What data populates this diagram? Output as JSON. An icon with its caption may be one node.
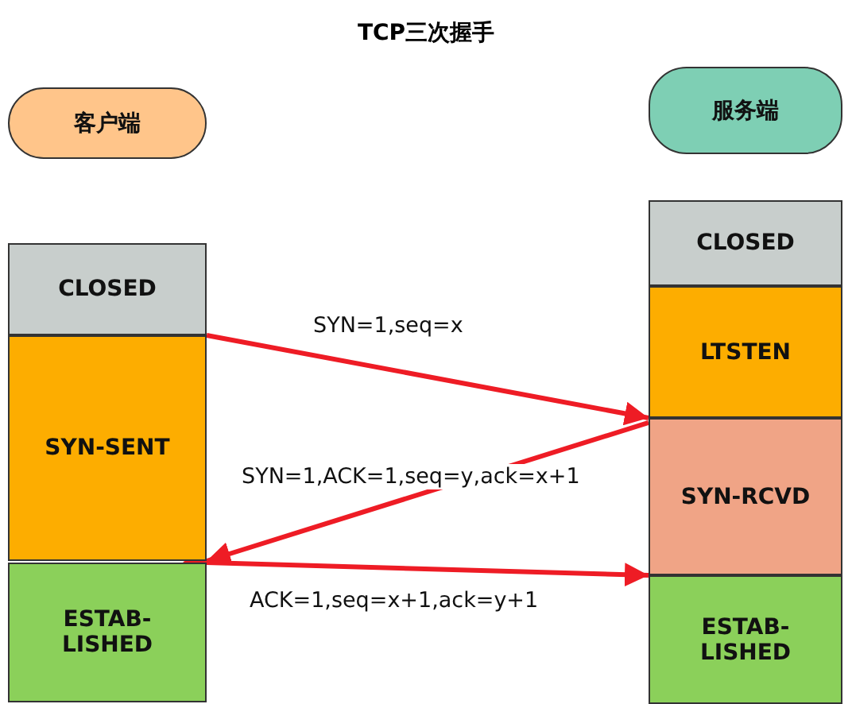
{
  "diagram": {
    "title": "TCP三次握手",
    "nodes": [
      {
        "text": [
          "客户端"
        ]
      },
      {
        "text": [
          "服务端"
        ]
      },
      {
        "text": [
          "CLOSED"
        ]
      },
      {
        "text": [
          "SYN-SENT"
        ]
      },
      {
        "text": [
          "ESTAB- LISHED"
        ]
      },
      {
        "text": [
          "CLOSED"
        ]
      },
      {
        "text": [
          "LTSTEN"
        ]
      },
      {
        "text": [
          "SYN-RCVD"
        ]
      },
      {
        "text": [
          "ESTAB- LISHED"
        ]
      }
    ],
    "edges": [
      {
        "from": 3,
        "to": 6,
        "arrow": "to",
        "label": "SYN=1,seq=x",
        "color": "#ee1c25"
      },
      {
        "from": 7,
        "to": 3,
        "arrow": "to",
        "label": "SYN=1,ACK=1,seq=y,ack=x+1",
        "color": "#ee1c25"
      },
      {
        "from": 4,
        "to": 8,
        "arrow": "both",
        "label": "ACK=1,seq=x+1,ack=y+1",
        "color": "#ee1c25"
      }
    ]
  }
}
